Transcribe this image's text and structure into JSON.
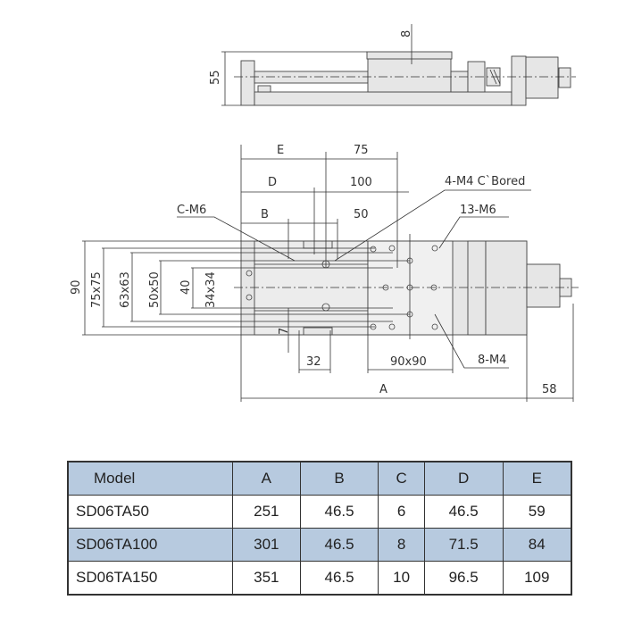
{
  "side_view": {
    "height_label": "55",
    "thickness_label": "8"
  },
  "plan_view": {
    "dims": {
      "E": "E",
      "d75": "75",
      "D": "D",
      "d100": "100",
      "B": "B",
      "d50": "50",
      "d90": "90",
      "d75x75": "75x75",
      "d63x63": "63x63",
      "d50x50": "50x50",
      "d40": "40",
      "d34x34": "34x34",
      "d7": "7",
      "d32": "32",
      "d90x90": "90x90",
      "A": "A",
      "d58": "58"
    },
    "callouts": {
      "cm6": "C-M6",
      "m4cbored": "4-M4 C`Bored",
      "m6": "13-M6",
      "m4": "8-M4"
    }
  },
  "colors": {
    "table_shade": "#b7cadf"
  },
  "table": {
    "headers": [
      "Model",
      "A",
      "B",
      "C",
      "D",
      "E"
    ],
    "rows": [
      [
        "SD06TA50",
        "251",
        "46.5",
        "6",
        "46.5",
        "59"
      ],
      [
        "SD06TA100",
        "301",
        "46.5",
        "8",
        "71.5",
        "84"
      ],
      [
        "SD06TA150",
        "351",
        "46.5",
        "10",
        "96.5",
        "109"
      ]
    ]
  }
}
